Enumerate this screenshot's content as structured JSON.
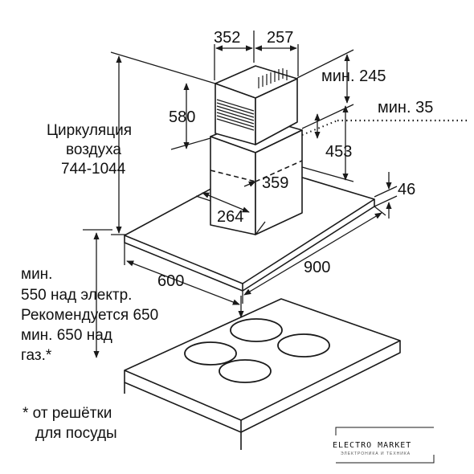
{
  "dimensions": {
    "d352": "352",
    "d257": "257",
    "min245": "мин. 245",
    "min35": "мин. 35",
    "d580": "580",
    "d453": "453",
    "d359": "359",
    "d46": "46",
    "d264": "264",
    "d900": "900",
    "d600": "600"
  },
  "circulation": {
    "line1": "Циркуляция",
    "line2": "воздуха",
    "line3": "744-1044"
  },
  "clearance": {
    "line1": "мин.",
    "line2": "550 над электр.",
    "line3": "Рекомендуется 650",
    "line4": "мин. 650 над",
    "line5": "газ.*"
  },
  "footnote": {
    "line1": "* от решётки",
    "line2": "для посуды"
  },
  "logo": {
    "name": "ELECTRO MARKET",
    "tagline": "ЭЛЕКТРОНИКА И ТЕХНИКА"
  },
  "colors": {
    "line": "#1a1a1a",
    "text": "#111111",
    "background": "#ffffff"
  }
}
